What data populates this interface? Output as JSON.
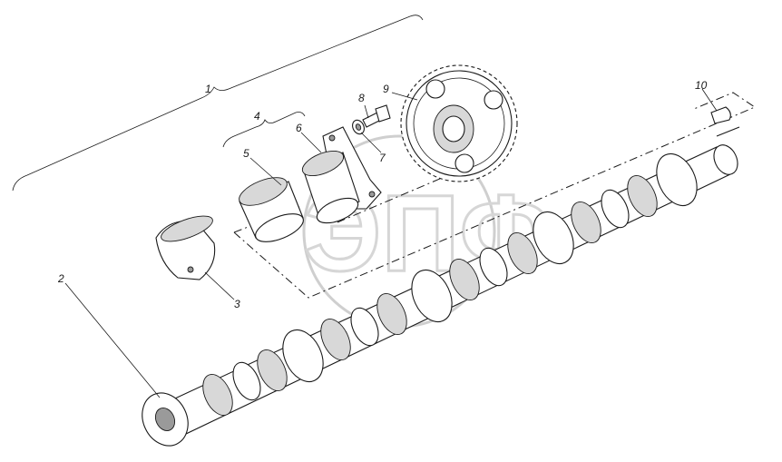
{
  "callouts": [
    {
      "id": "callout-1",
      "text": "1"
    },
    {
      "id": "callout-2",
      "text": "2"
    },
    {
      "id": "callout-3",
      "text": "3"
    },
    {
      "id": "callout-4",
      "text": "4"
    },
    {
      "id": "callout-5",
      "text": "5"
    },
    {
      "id": "callout-6",
      "text": "6"
    },
    {
      "id": "callout-7",
      "text": "7"
    },
    {
      "id": "callout-8",
      "text": "8"
    },
    {
      "id": "callout-9",
      "text": "9"
    },
    {
      "id": "callout-10",
      "text": "10"
    }
  ],
  "watermark": {
    "text": "ЭПФ"
  },
  "colors": {
    "ink": "#1a1a1a",
    "watermark": "#d6d6d6",
    "background": "#ffffff"
  }
}
